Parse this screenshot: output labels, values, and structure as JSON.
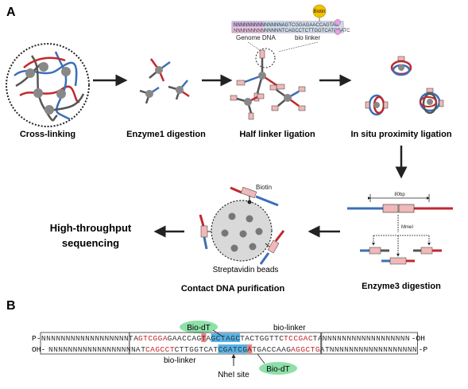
{
  "panel_a": {
    "label": "A",
    "steps": {
      "crosslinking": "Cross-linking",
      "enzyme1": "Enzyme1 digestion",
      "half_linker": "Half linker ligation",
      "proximity": "In situ proximity ligation",
      "enzyme3": "Enzyme3 digestion",
      "purification": "Contact DNA purification",
      "sequencing_line1": "High-throughput",
      "sequencing_line2": "sequencing"
    },
    "inset": {
      "biotin": "Biotin",
      "genome_dna": "Genome DNA",
      "bio_linker": "bio linker",
      "top_strand": "NNNNNNNNNNNNNNAGTCGGAGAACCAGTAG",
      "bottom_strand": "NNNNNNNNNNNNNNTCAGCCTCTTGGTCATCGATC"
    },
    "enzyme3_detail": {
      "length": "80bp",
      "enzyme": "MmeI"
    },
    "purification_detail": {
      "biotin": "Biotin",
      "beads": "Streptavidin beads"
    }
  },
  "panel_b": {
    "label": "B",
    "top_left": "P-",
    "bottom_left": "OH-",
    "top_right": "-OH",
    "bottom_right": "-P",
    "top_seq": [
      {
        "t": "NNNNNNNNNNNNNNNNNN",
        "c": "#333333",
        "bg": ""
      },
      {
        "t": "TA",
        "c": "#333333",
        "bg": ""
      },
      {
        "t": "GTCGGA",
        "c": "#c0282d",
        "bg": ""
      },
      {
        "t": "GAACCAG",
        "c": "#333333",
        "bg": ""
      },
      {
        "t": "T",
        "c": "#333333",
        "bg": "#f08080"
      },
      {
        "t": "A",
        "c": "#333333",
        "bg": ""
      },
      {
        "t": "GCTAGC",
        "c": "#333333",
        "bg": "#56b4e9"
      },
      {
        "t": "TACTGGTTC",
        "c": "#333333",
        "bg": ""
      },
      {
        "t": "TCCGAC",
        "c": "#c0282d",
        "bg": ""
      },
      {
        "t": "TA",
        "c": "#333333",
        "bg": ""
      },
      {
        "t": "NNNNNNNNNNNNNNNNNN",
        "c": "#333333",
        "bg": ""
      }
    ],
    "bottom_seq": [
      {
        "t": "NNNNNNNNNNNNNNNNNN",
        "c": "#333333",
        "bg": ""
      },
      {
        "t": "AT",
        "c": "#333333",
        "bg": ""
      },
      {
        "t": "CAGCCT",
        "c": "#c0282d",
        "bg": ""
      },
      {
        "t": "CTTGGTC",
        "c": "#333333",
        "bg": ""
      },
      {
        "t": "A",
        "c": "#333333",
        "bg": ""
      },
      {
        "t": "T",
        "c": "#333333",
        "bg": ""
      },
      {
        "t": "CGATCG",
        "c": "#333333",
        "bg": "#56b4e9"
      },
      {
        "t": "A",
        "c": "#333333",
        "bg": "#f08080"
      },
      {
        "t": "TGACCAAG",
        "c": "#333333",
        "bg": ""
      },
      {
        "t": "AGGCTG",
        "c": "#c0282d",
        "bg": ""
      },
      {
        "t": "AT",
        "c": "#333333",
        "bg": ""
      },
      {
        "t": "NNNNNNNNNNNNNNNNNN",
        "c": "#333333",
        "bg": ""
      }
    ],
    "bio_dt_top": "Bio-dT",
    "bio_dt_bottom": "Bio-dT",
    "bio_linker_top": "bio-linker",
    "bio_linker_bottom": "bio-linker",
    "nhei_site": "NheI site"
  },
  "colors": {
    "red": "#c0282d",
    "blue": "#3b6fb6",
    "grey": "#555555",
    "pink": "#f0b8b8",
    "biotin_yellow": "#f2c200",
    "bio_green": "#8fe0a8",
    "nhei_blue": "#56b4e9"
  }
}
